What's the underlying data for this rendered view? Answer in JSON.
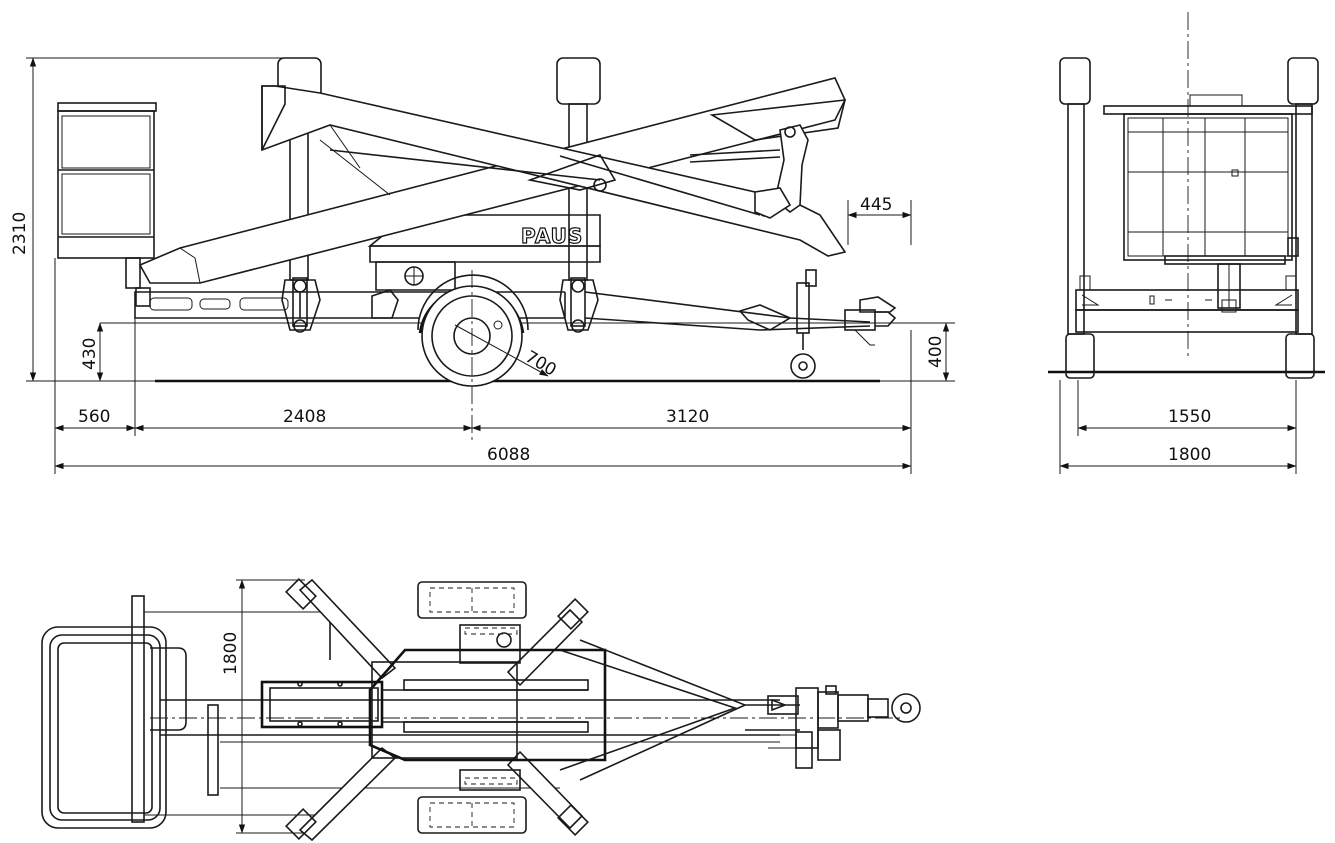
{
  "brand_label": "PAUS",
  "dimensions": {
    "total_height": "2310",
    "platform_height": "430",
    "hitch_height": "400",
    "wheel_diameter": "700",
    "drawbar_overhang": "445",
    "rear_overhang": "560",
    "basket_to_axle": "2408",
    "axle_to_hitch": "3120",
    "total_length": "6088",
    "inner_track": "1550",
    "overall_width": "1800",
    "outrigger_span": "1800"
  }
}
